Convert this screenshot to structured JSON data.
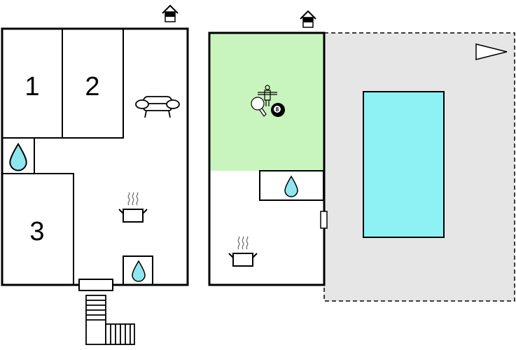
{
  "rooms": {
    "bedroom_1": "1",
    "bedroom_2": "2",
    "bedroom_3": "3"
  },
  "game_room": {
    "billiard_ball_number": "8"
  },
  "colors": {
    "game_room": "#c8f5be",
    "pool_water": "#8ef2f4",
    "terrace": "#e6e6e6",
    "water_drop": "#8ee6ee"
  },
  "icons": [
    "house-icon",
    "sofa-icon",
    "water-drop-icon",
    "cooking-pot-icon",
    "table-tennis-icon",
    "foosball-icon",
    "billiard-ball-icon",
    "flag-icon",
    "stairs-icon"
  ]
}
